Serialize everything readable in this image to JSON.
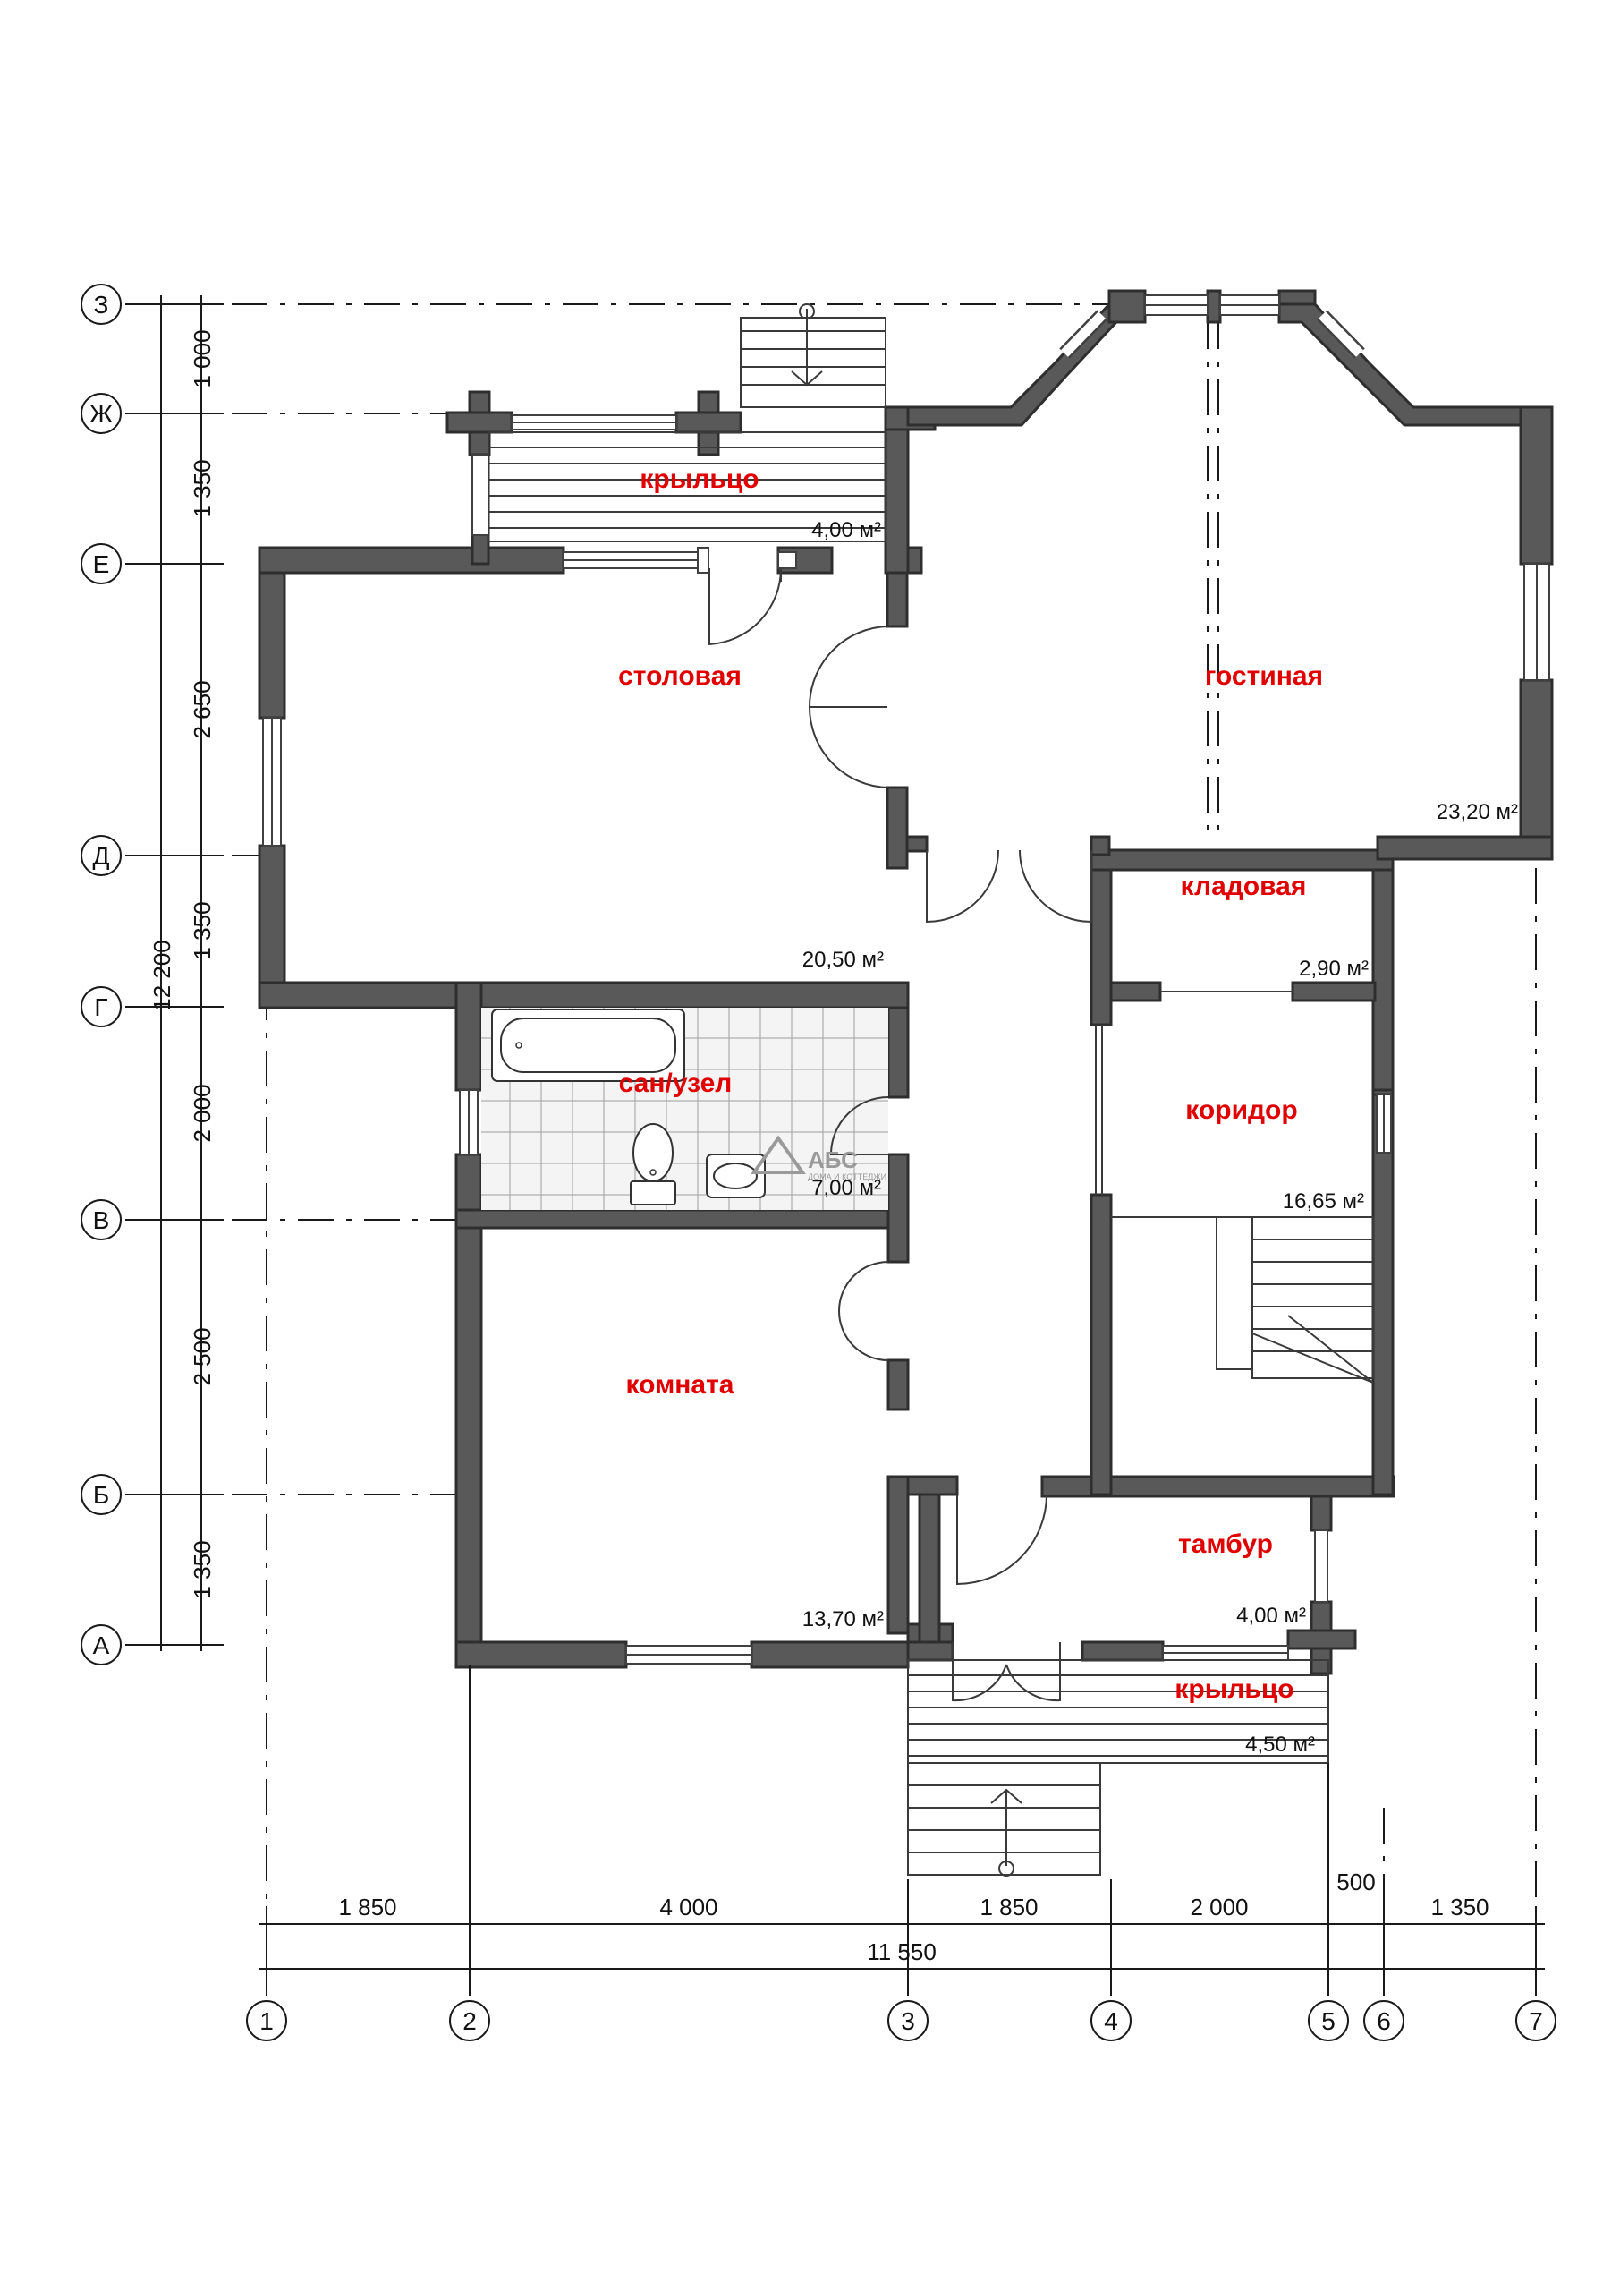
{
  "rooms": [
    {
      "name": "крыльцо",
      "area": "4,00 м²"
    },
    {
      "name": "столовая",
      "area": "20,50 м²"
    },
    {
      "name": "гостиная",
      "area": "23,20 м²"
    },
    {
      "name": "кладовая",
      "area": "2,90 м²"
    },
    {
      "name": "сан/узел",
      "area": "7,00 м²"
    },
    {
      "name": "коридор",
      "area": "16,65 м²"
    },
    {
      "name": "комната",
      "area": "13,70 м²"
    },
    {
      "name": "тамбур",
      "area": "4,00 м²"
    },
    {
      "name": "крыльцо",
      "area": "4,50 м²"
    }
  ],
  "axes_horizontal": [
    "З",
    "Ж",
    "Е",
    "Д",
    "Г",
    "В",
    "Б",
    "А"
  ],
  "axes_vertical": [
    "1",
    "2",
    "3",
    "4",
    "5",
    "6",
    "7"
  ],
  "dims_left": [
    "1 000",
    "1 350",
    "2 650",
    "1 350",
    "2 000",
    "2 500",
    "1 350"
  ],
  "dim_left_total": "12 200",
  "dims_bottom": [
    "1 850",
    "4 000",
    "1 850",
    "2 000",
    "500",
    "1 350"
  ],
  "dim_bottom_total": "11 550",
  "logo": {
    "text": "АБС",
    "subtitle": "ДОМА И КОТТЕДЖИ"
  },
  "colors": {
    "wall": "#595959",
    "label": "#e00000"
  }
}
